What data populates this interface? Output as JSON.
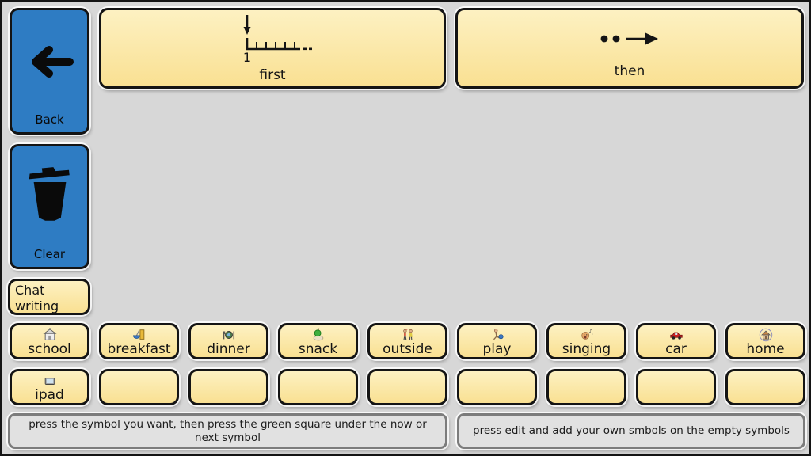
{
  "app": {
    "background_color": "#d7d7d7",
    "accent_blue": "#2e7cc3",
    "button_yellow_top": "#fdf1c2",
    "button_yellow_bottom": "#f9e092"
  },
  "nav": {
    "back_label": "Back",
    "clear_label": "Clear",
    "chat_writing_label": "Chat writing"
  },
  "sequence": {
    "first": {
      "label": "first",
      "icon": "first-position-icon",
      "icon_number": "1"
    },
    "then": {
      "label": "then",
      "icon": "then-arrow-icon"
    }
  },
  "symbols": {
    "row1": [
      {
        "label": "school",
        "icon": "school-icon"
      },
      {
        "label": "breakfast",
        "icon": "breakfast-icon"
      },
      {
        "label": "dinner",
        "icon": "dinner-icon"
      },
      {
        "label": "snack",
        "icon": "snack-icon"
      },
      {
        "label": "outside",
        "icon": "outside-icon"
      },
      {
        "label": "play",
        "icon": "play-icon"
      },
      {
        "label": "singing",
        "icon": "singing-icon"
      },
      {
        "label": "car",
        "icon": "car-icon"
      },
      {
        "label": "home",
        "icon": "home-icon"
      }
    ],
    "row2": [
      {
        "label": "ipad",
        "icon": "ipad-icon"
      },
      {
        "label": ""
      },
      {
        "label": ""
      },
      {
        "label": ""
      },
      {
        "label": ""
      },
      {
        "label": ""
      },
      {
        "label": ""
      },
      {
        "label": ""
      },
      {
        "label": ""
      }
    ]
  },
  "instructions": {
    "left": "press the symbol you want, then press the green square under the now or next symbol",
    "right": "press edit and add your own smbols on the empty symbols"
  }
}
